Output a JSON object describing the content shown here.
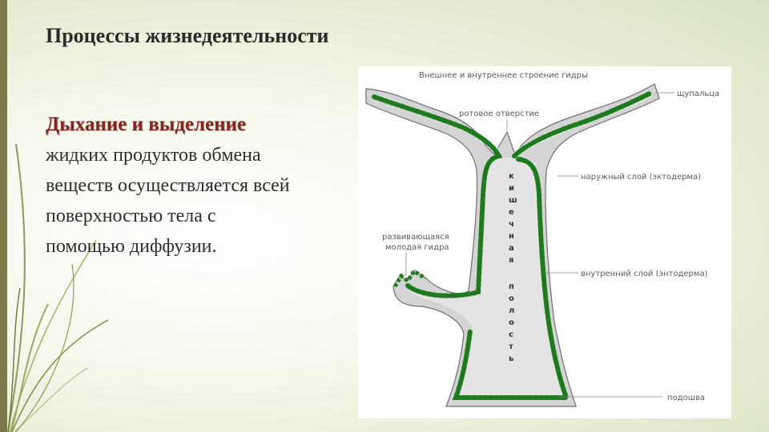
{
  "slide": {
    "title": "Процессы жизнедеятельности",
    "heading": "Дыхание и выделение",
    "lines": [
      "жидких продуктов обмена",
      "веществ осуществляется всей",
      "поверхностью тела с",
      "помощью диффузии."
    ]
  },
  "diagram": {
    "caption": "Внешнее и внутреннее строение гидры",
    "labels": {
      "tentacles": "щупальца",
      "mouth": "ротовое отверстие",
      "outer": "наружный слой (эктодерма)",
      "bud_1": "развивающаяся",
      "bud_2": "молодая гидра",
      "inner": "внутренний слой (энтодерма)",
      "sole": "подошва"
    },
    "cavity_word_1": [
      "к",
      "и",
      "ш",
      "е",
      "ч",
      "н",
      "а",
      "я"
    ],
    "cavity_word_2": [
      "п",
      "о",
      "л",
      "о",
      "с",
      "т",
      "ь"
    ],
    "colors": {
      "ectoderm": "#d4d4d4",
      "endoderm_cells": "#1f7a1f",
      "cavity": "#d6d6d6",
      "heading": "#7a2a22"
    }
  }
}
